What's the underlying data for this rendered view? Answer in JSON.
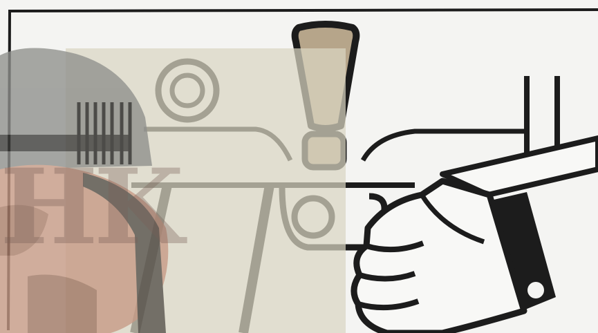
{
  "image": {
    "subject": "firearm-warning-illustration",
    "icons": [
      "exclamation-icon",
      "rear-sight-ring-icon",
      "hand-grip-icon",
      "helmet-photo-overlay"
    ],
    "colors": {
      "ink": "#1c1c1c",
      "paper": "#f4f4f2",
      "exclamation_fill": "#b6a58a",
      "overlay_tint": "#d9d6c2"
    }
  },
  "watermark": {
    "text": "HK"
  }
}
